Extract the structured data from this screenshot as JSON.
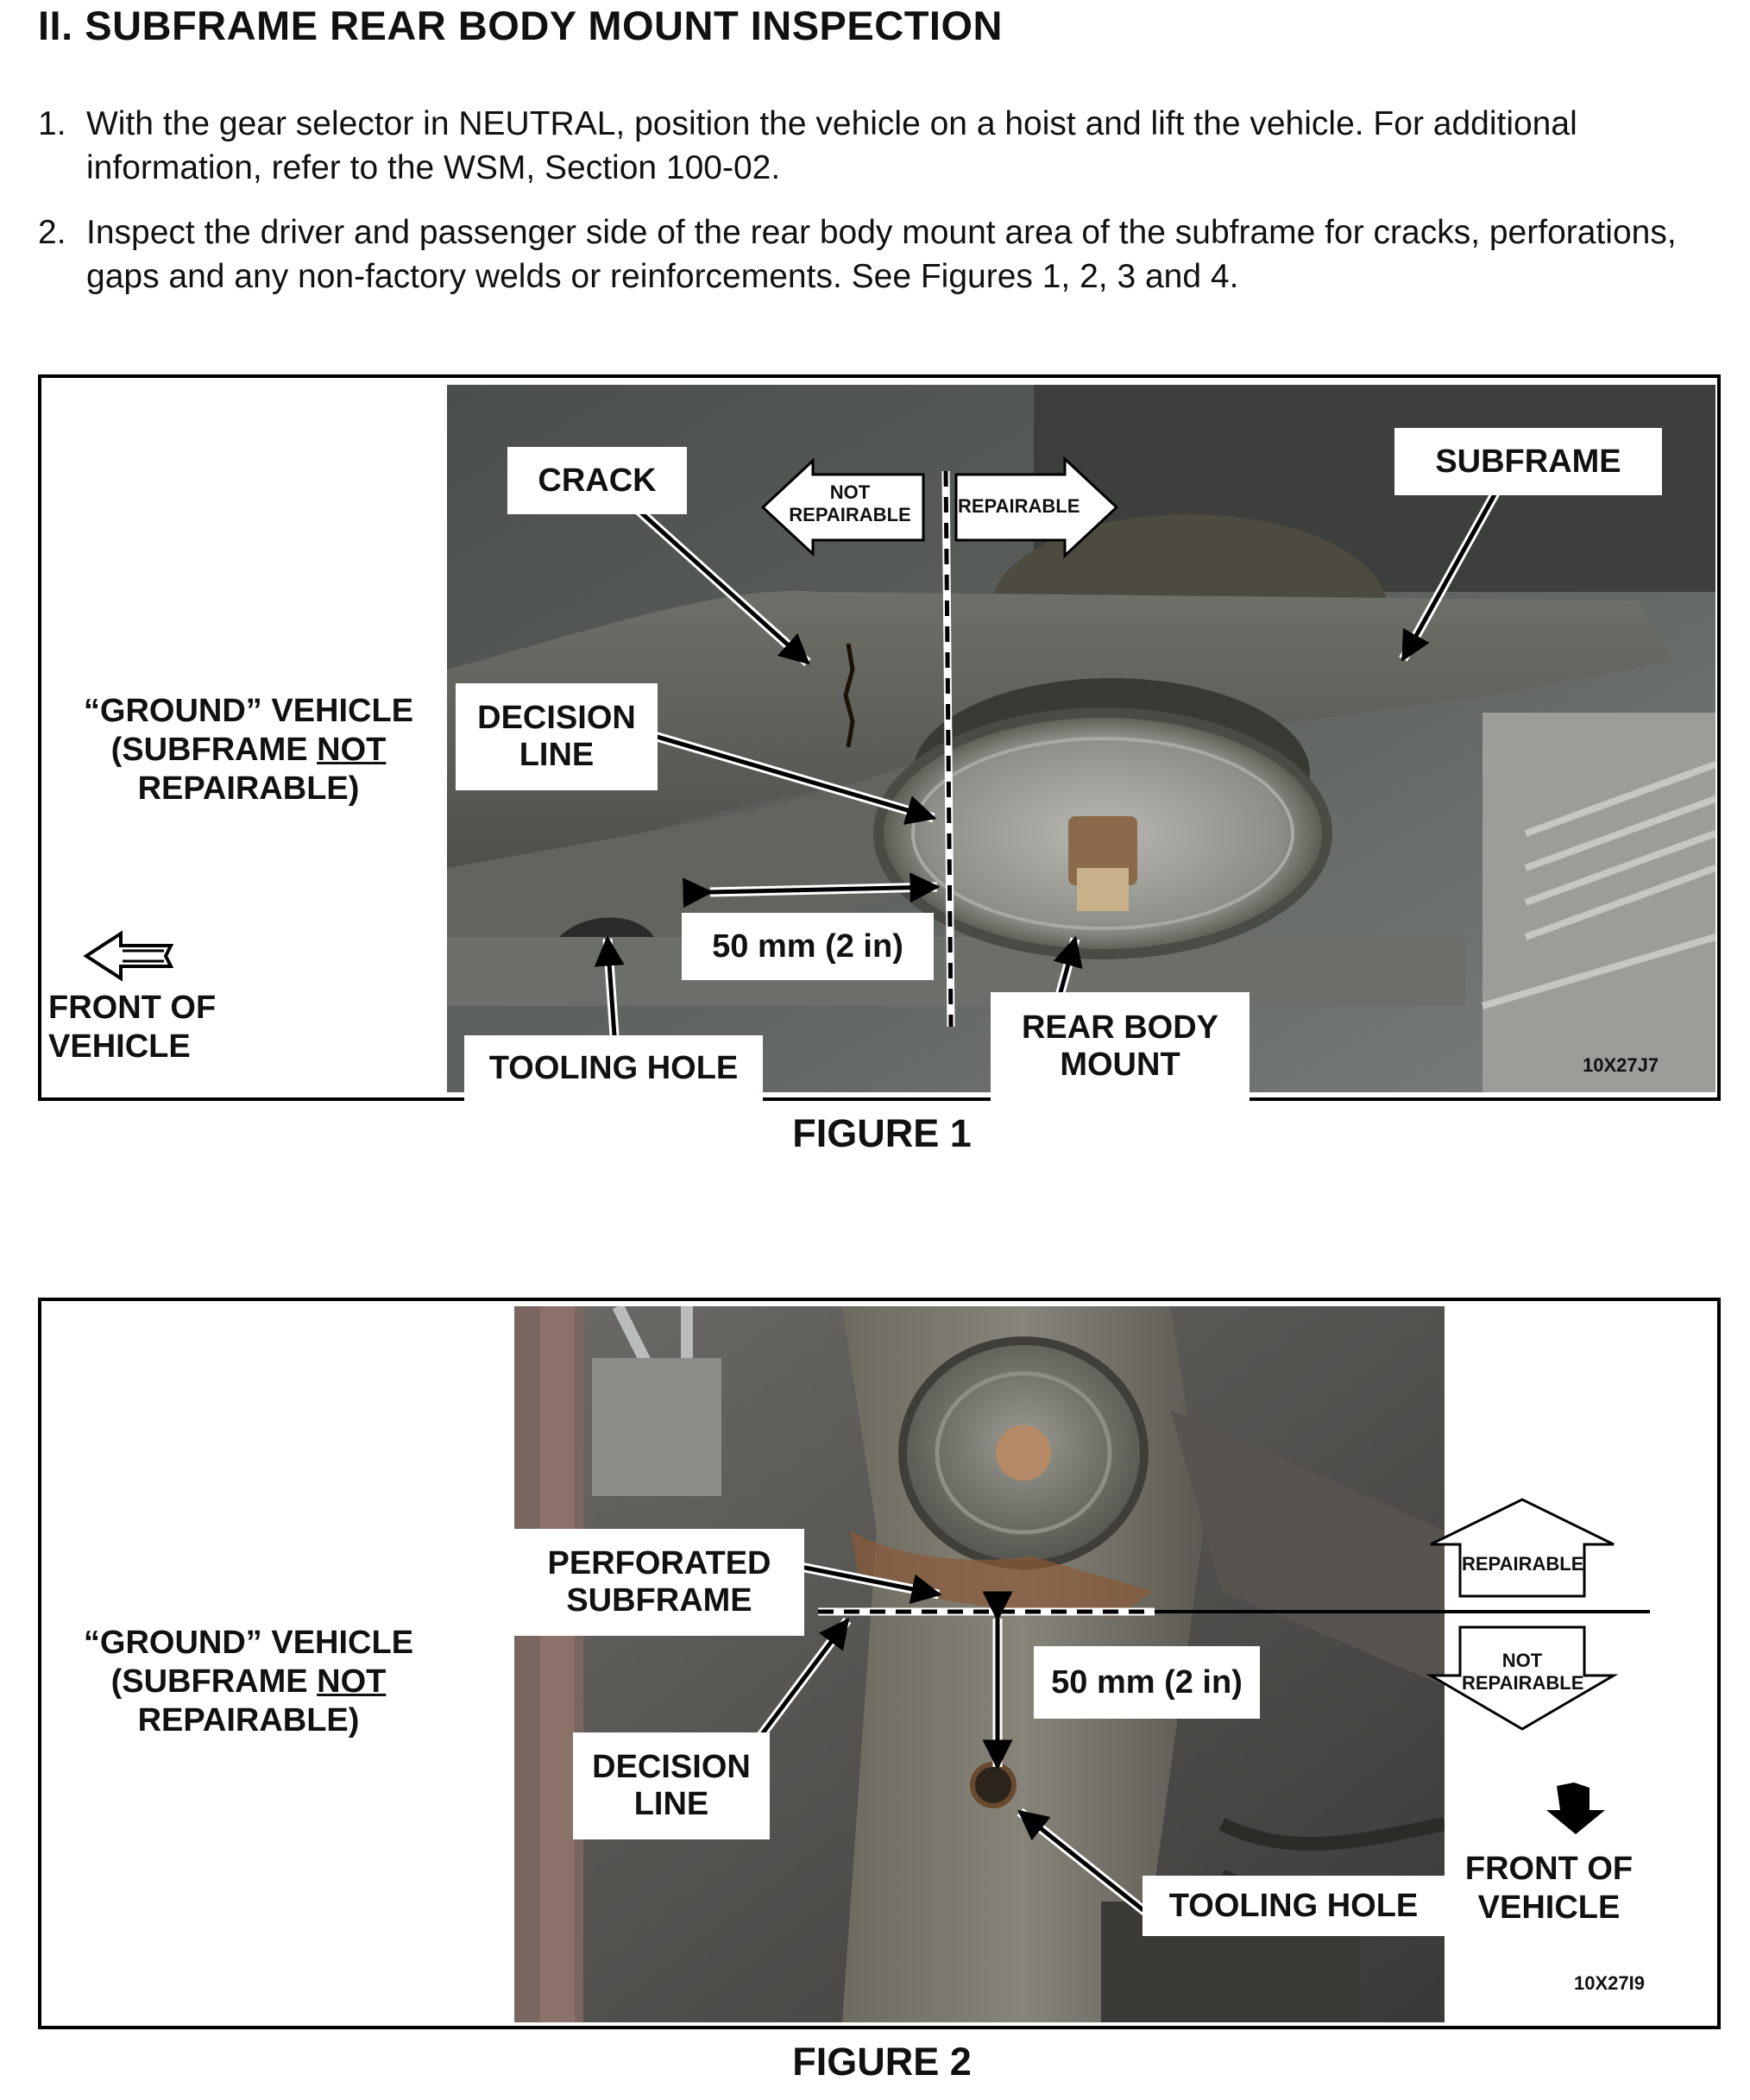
{
  "section_title": "II.  SUBFRAME REAR BODY MOUNT INSPECTION",
  "steps": [
    {
      "num": "1.",
      "text": "With the gear selector in NEUTRAL, position the vehicle on a hoist and lift the vehicle.  For additional information, refer to the WSM, Section 100-02."
    },
    {
      "num": "2.",
      "text": "Inspect the driver and passenger side of the rear body mount area of the subframe for cracks, perforations, gaps and any non-factory welds or reinforcements.  See Figures 1, 2, 3 and 4."
    }
  ],
  "figure1": {
    "caption": "FIGURE 1",
    "ref_code": "10X27J7",
    "ground_line1": "“GROUND” VEHICLE",
    "ground_line2_pre": "(SUBFRAME ",
    "ground_line2_not": "NOT",
    "ground_line3": "REPAIRABLE)",
    "front_line1": "FRONT OF",
    "front_line2": "VEHICLE",
    "crack": "CRACK",
    "not_repairable_1": "NOT",
    "not_repairable_2": "REPAIRABLE",
    "repairable": "REPAIRABLE",
    "subframe": "SUBFRAME",
    "decision_1": "DECISION",
    "decision_2": "LINE",
    "distance": "50 mm (2 in)",
    "tooling_hole": "TOOLING HOLE",
    "rear_mount_1": "REAR BODY",
    "rear_mount_2": "MOUNT"
  },
  "figure2": {
    "caption": "FIGURE 2",
    "ref_code": "10X27I9",
    "ground_line1": "“GROUND” VEHICLE",
    "ground_line2_pre": "(SUBFRAME ",
    "ground_line2_not": "NOT",
    "ground_line3": "REPAIRABLE)",
    "perforated_1": "PERFORATED",
    "perforated_2": "SUBFRAME",
    "decision_1": "DECISION",
    "decision_2": "LINE",
    "distance": "50 mm (2 in)",
    "tooling_hole": "TOOLING HOLE",
    "repairable": "REPAIRABLE",
    "not_repairable_1": "NOT",
    "not_repairable_2": "REPAIRABLE",
    "front_line1": "FRONT OF",
    "front_line2": "VEHICLE"
  }
}
